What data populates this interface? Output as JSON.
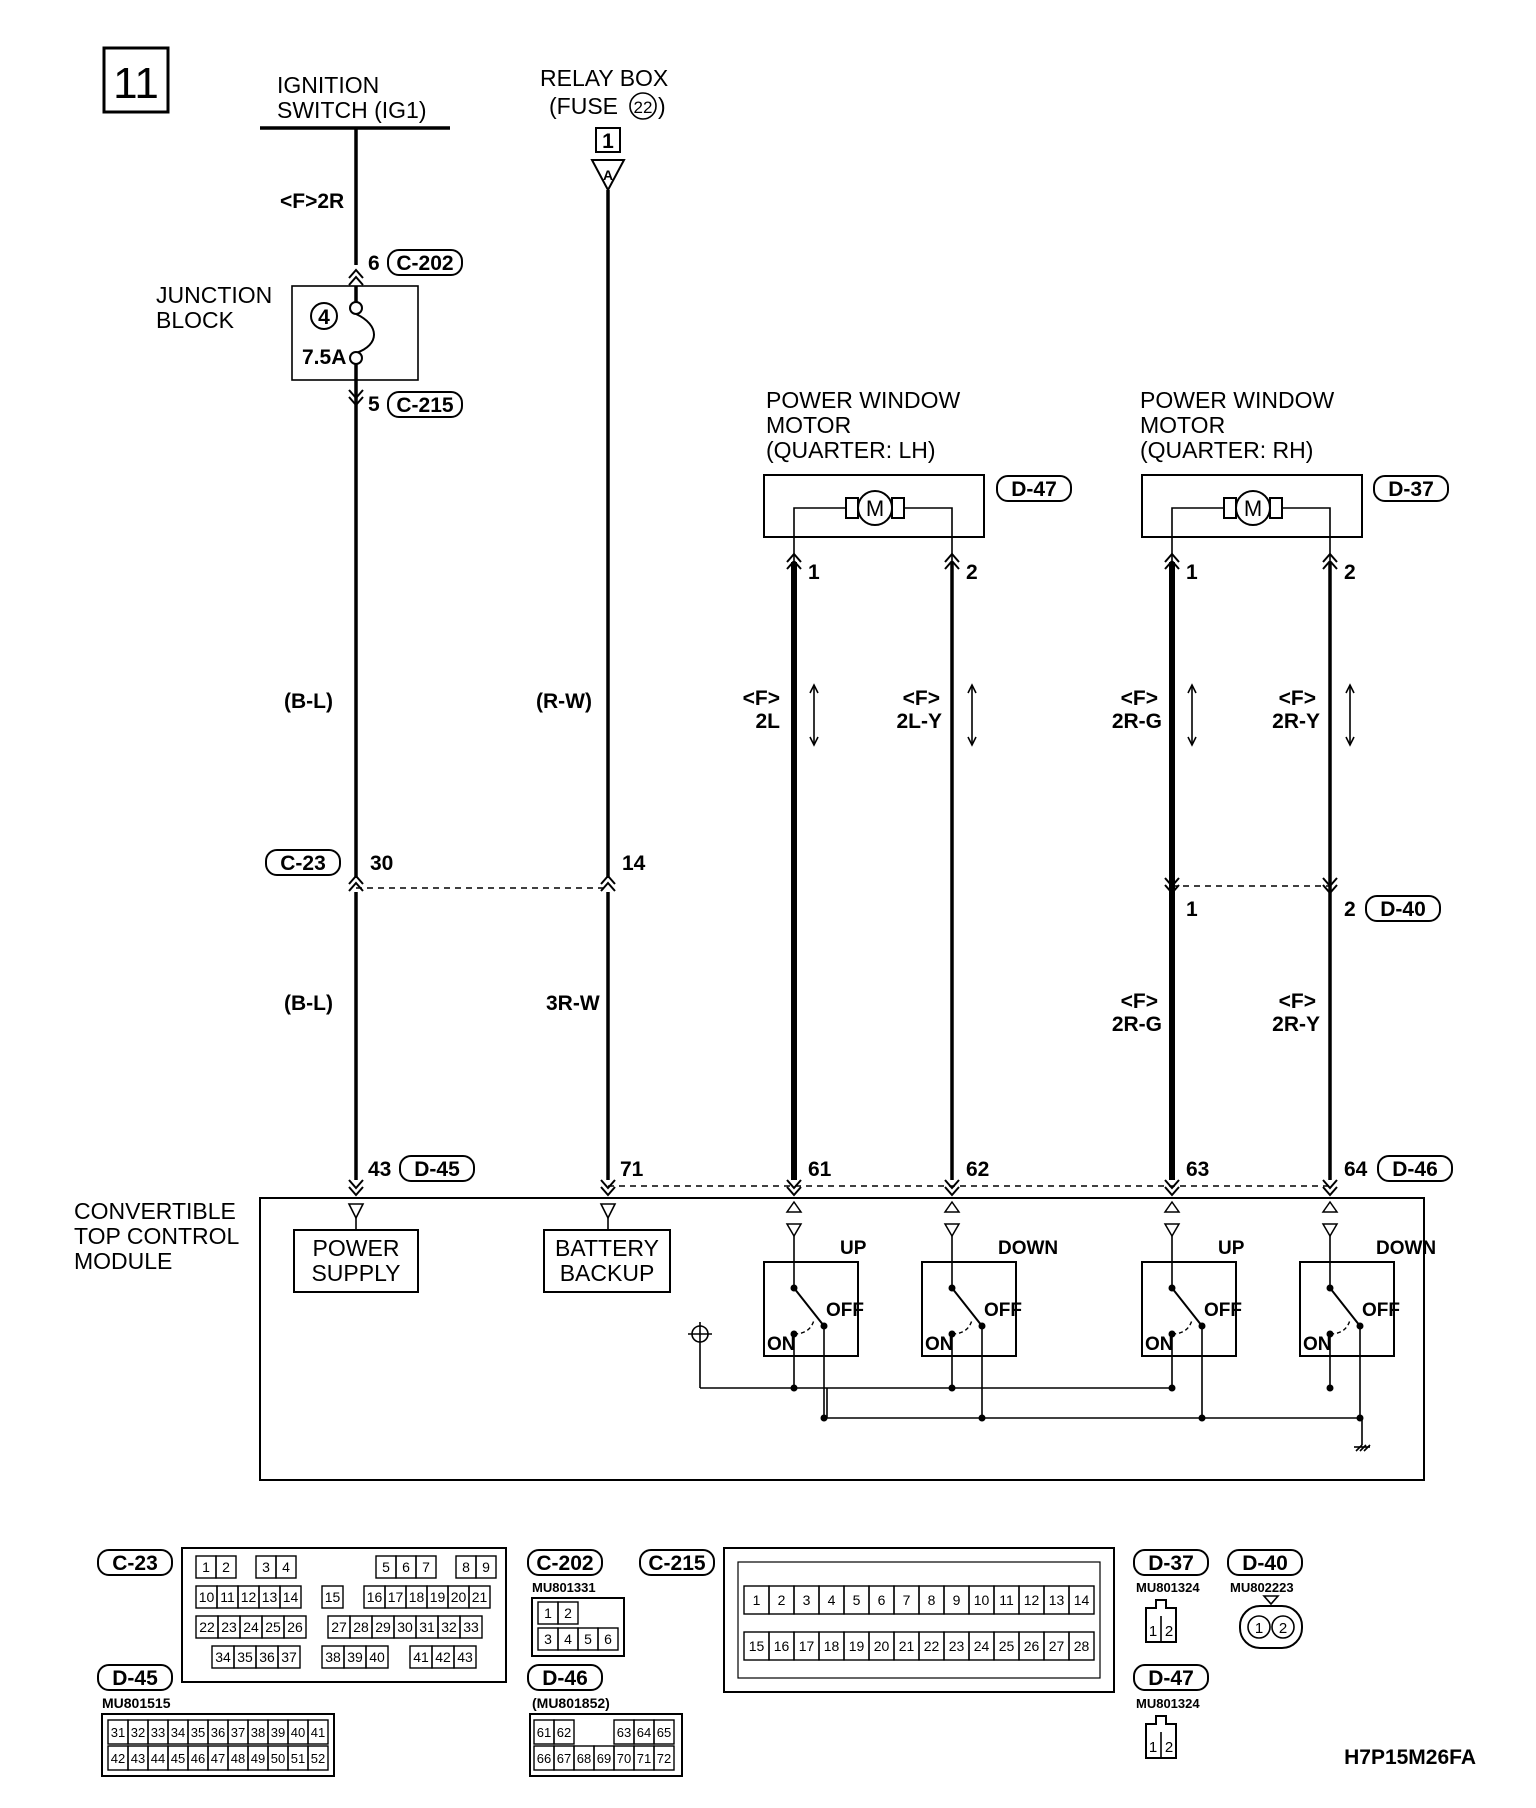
{
  "diagram_number": "11",
  "diagram_code": "H7P15M26FA",
  "sources": {
    "ignition_switch": [
      "IGNITION",
      "SWITCH (IG1)"
    ],
    "relay_box": [
      "RELAY BOX",
      "(FUSE",
      "22",
      ")"
    ],
    "relay_ref": "1",
    "relay_arrow": "A"
  },
  "junction_block": {
    "label": [
      "JUNCTION",
      "BLOCK"
    ],
    "fuse_number": "4",
    "fuse_rating": "7.5A",
    "pin_in": "6",
    "conn_in": "C-202",
    "pin_out": "5",
    "conn_out": "C-215"
  },
  "wires": {
    "ign_color_top": "<F>2R",
    "ign_color_mid": "(B-L)",
    "ign_color_low": "(B-L)",
    "relay_color_mid": "(R-W)",
    "relay_color_low": "3R-W",
    "lh1_color": [
      "<F>",
      "2L"
    ],
    "lh2_color": [
      "<F>",
      "2L-Y"
    ],
    "rh1_color": [
      "<F>",
      "2R-G"
    ],
    "rh2_color": [
      "<F>",
      "2R-Y"
    ],
    "rh1_color_low": [
      "<F>",
      "2R-G"
    ],
    "rh2_color_low": [
      "<F>",
      "2R-Y"
    ]
  },
  "connectors_mid": {
    "c23": "C-23",
    "c23_pin_ign": "30",
    "c23_pin_relay": "14",
    "d40": "D-40",
    "d40_pin1": "1",
    "d40_pin2": "2"
  },
  "motors": [
    {
      "title": [
        "POWER WINDOW",
        "MOTOR",
        "(QUARTER: LH)"
      ],
      "connector": "D-47",
      "symbol": "M",
      "pin1": "1",
      "pin2": "2"
    },
    {
      "title": [
        "POWER WINDOW",
        "MOTOR",
        "(QUARTER: RH)"
      ],
      "connector": "D-37",
      "symbol": "M",
      "pin1": "1",
      "pin2": "2"
    }
  ],
  "module": {
    "title": [
      "CONVERTIBLE",
      "TOP CONTROL",
      "MODULE"
    ],
    "power_supply": [
      "POWER",
      "SUPPLY"
    ],
    "battery_backup": [
      "BATTERY",
      "BACKUP"
    ],
    "pins": {
      "p43": "43",
      "d45": "D-45",
      "p71": "71",
      "p61": "61",
      "p62": "62",
      "p63": "63",
      "p64": "64",
      "d46": "D-46"
    },
    "relays": [
      {
        "label": "UP",
        "on": "ON",
        "off": "OFF"
      },
      {
        "label": "DOWN",
        "on": "ON",
        "off": "OFF"
      },
      {
        "label": "UP",
        "on": "ON",
        "off": "OFF"
      },
      {
        "label": "DOWN",
        "on": "ON",
        "off": "OFF"
      }
    ]
  },
  "connector_views": {
    "c23": {
      "name": "C-23",
      "row1": [
        "1",
        "2",
        "",
        "3",
        "4",
        "",
        "",
        "",
        "",
        "5",
        "6",
        "7",
        "",
        "8",
        "9"
      ],
      "row2": [
        "10",
        "11",
        "12",
        "13",
        "14",
        "",
        "15",
        "",
        "16",
        "17",
        "18",
        "19",
        "20",
        "21"
      ],
      "row3": [
        "22",
        "23",
        "24",
        "25",
        "26",
        "",
        "27",
        "28",
        "29",
        "30",
        "31",
        "32",
        "33"
      ],
      "row4": [
        "34",
        "35",
        "36",
        "37",
        "",
        "38",
        "39",
        "40",
        "",
        "41",
        "42",
        "43"
      ]
    },
    "c202": {
      "name": "C-202",
      "part": "MU801331",
      "row1": [
        "1",
        "2"
      ],
      "row2": [
        "3",
        "4",
        "5",
        "6"
      ]
    },
    "c215": {
      "name": "C-215",
      "row1": [
        "1",
        "2",
        "3",
        "4",
        "5",
        "6",
        "7",
        "8",
        "9",
        "10",
        "11",
        "12",
        "13",
        "14"
      ],
      "row2": [
        "15",
        "16",
        "17",
        "18",
        "19",
        "20",
        "21",
        "22",
        "23",
        "24",
        "25",
        "26",
        "27",
        "28"
      ]
    },
    "d37": {
      "name": "D-37",
      "part": "MU801324",
      "pins": [
        "1",
        "2"
      ]
    },
    "d40": {
      "name": "D-40",
      "part": "MU802223",
      "pins": [
        "1",
        "2"
      ]
    },
    "d45": {
      "name": "D-45",
      "part": "MU801515",
      "row1": [
        "31",
        "32",
        "33",
        "34",
        "35",
        "36",
        "37",
        "38",
        "39",
        "40",
        "41"
      ],
      "row2": [
        "42",
        "43",
        "44",
        "45",
        "46",
        "47",
        "48",
        "49",
        "50",
        "51",
        "52"
      ]
    },
    "d46": {
      "name": "D-46",
      "part": "(MU801852)",
      "row1": [
        "61",
        "62",
        "",
        "",
        "63",
        "64",
        "65"
      ],
      "row2": [
        "66",
        "67",
        "68",
        "69",
        "70",
        "71",
        "72"
      ]
    },
    "d47": {
      "name": "D-47",
      "part": "MU801324",
      "pins": [
        "1",
        "2"
      ]
    }
  }
}
